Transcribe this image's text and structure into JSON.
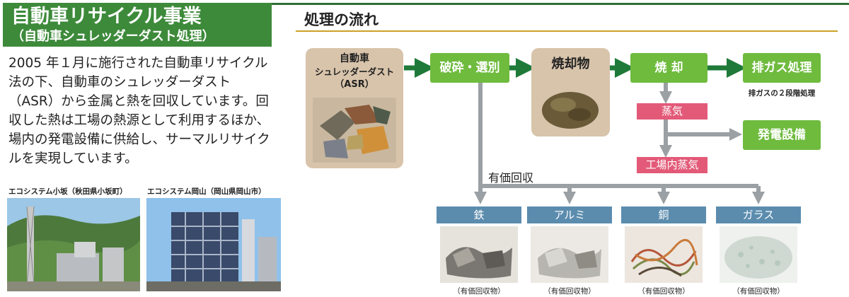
{
  "header": {
    "title": "自動車リサイクル事業",
    "subtitle": "（自動車シュレッダーダスト処理）"
  },
  "description": "2005 年１月に施行された自動車リサイクル法の下、自動車のシュレッダーダスト（ASR）から金属と熱を回収しています。回収した熱は工場の熱源として利用するほか、場内の発電設備に供給し、サーマルリサイクルを実現しています。",
  "photos": {
    "left_caption": "エコシステム小坂（秋田県小坂町）",
    "right_caption": "エコシステム岡山（岡山県岡山市）"
  },
  "flow": {
    "title": "処理の流れ",
    "asr": {
      "line1": "自動車",
      "line2": "シュレッダーダスト",
      "line3": "（ASR）"
    },
    "crushing": "破砕・選別",
    "residue": "焼却物",
    "incineration": "焼 却",
    "exhaust": "排ガス処理",
    "exhaust_note": "排ガスの２段階処理",
    "steam": "蒸気",
    "power": "発電設備",
    "plant_steam": "工場内蒸気",
    "valuable": "有価回収",
    "products": [
      {
        "label": "鉄",
        "note": "（有価回収物）"
      },
      {
        "label": "アルミ",
        "note": "（有価回収物）"
      },
      {
        "label": "銅",
        "note": "（有価回収物）"
      },
      {
        "label": "ガラス",
        "note": "（有価回収物）"
      }
    ]
  },
  "colors": {
    "header_green": "#3d8a3a",
    "flow_green": "#6fbb3e",
    "arrow_green": "#1f7a3a",
    "steam_pink": "#e35a78",
    "product_blue": "#5b8cae",
    "tan": "#d8c4ab",
    "gold_rule": "#c9a227",
    "arrow_gray": "#9aa0a4"
  }
}
